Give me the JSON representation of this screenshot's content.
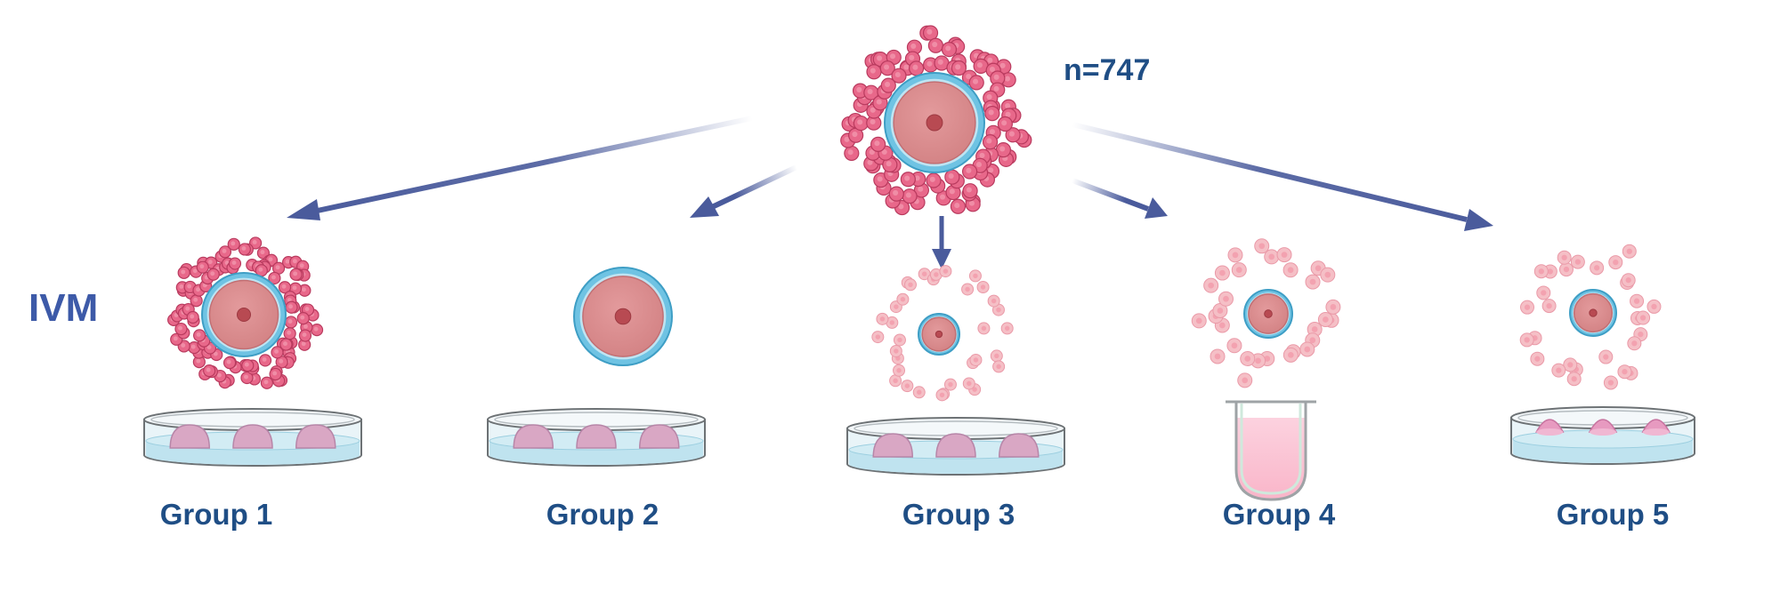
{
  "diagram": {
    "source_label": "n=747",
    "stage_label": "IVM",
    "groups": [
      {
        "label": "Group 1",
        "oocyte": "cumulus-enclosed",
        "culture": "petri-dish-droplets"
      },
      {
        "label": "Group 2",
        "oocyte": "denuded",
        "culture": "petri-dish-droplets"
      },
      {
        "label": "Group 3",
        "oocyte": "denuded-with-dispersed-cumulus-cells",
        "culture": "petri-dish-droplets"
      },
      {
        "label": "Group 4",
        "oocyte": "denuded-with-dispersed-cumulus-cells",
        "culture": "culture-well-tube"
      },
      {
        "label": "Group 5",
        "oocyte": "denuded-with-dispersed-cumulus-cells",
        "culture": "petri-dish-hanging-drops"
      }
    ],
    "colors": {
      "arrow": "#4a5b9c",
      "cumulus_cell": "#e8688a",
      "cumulus_cell_border": "#b93a5e",
      "zona": "#6fc3e3",
      "ooplasm": "#d98c8e",
      "nucleus": "#b84a52",
      "loose_cell": "#f5bfc6",
      "medium": "#fbbfd2",
      "dish_liquid": "#bfe3ef",
      "droplet": "#d9a7c4",
      "label": "#1f4e85"
    }
  }
}
